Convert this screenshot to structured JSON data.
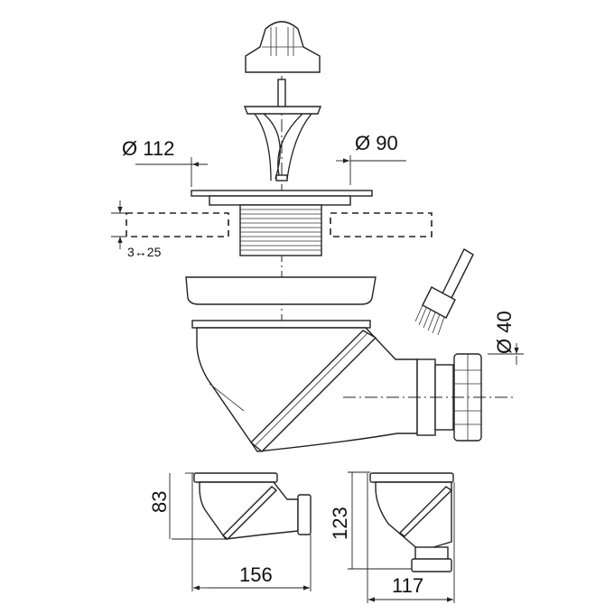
{
  "dimensions": {
    "flange_diameter": "Ø 112",
    "thread_diameter": "Ø 90",
    "outlet_diameter": "Ø 40",
    "thickness_range": "3↔25",
    "height_low": "83",
    "length_low": "156",
    "height_high": "123",
    "width_high": "117"
  }
}
